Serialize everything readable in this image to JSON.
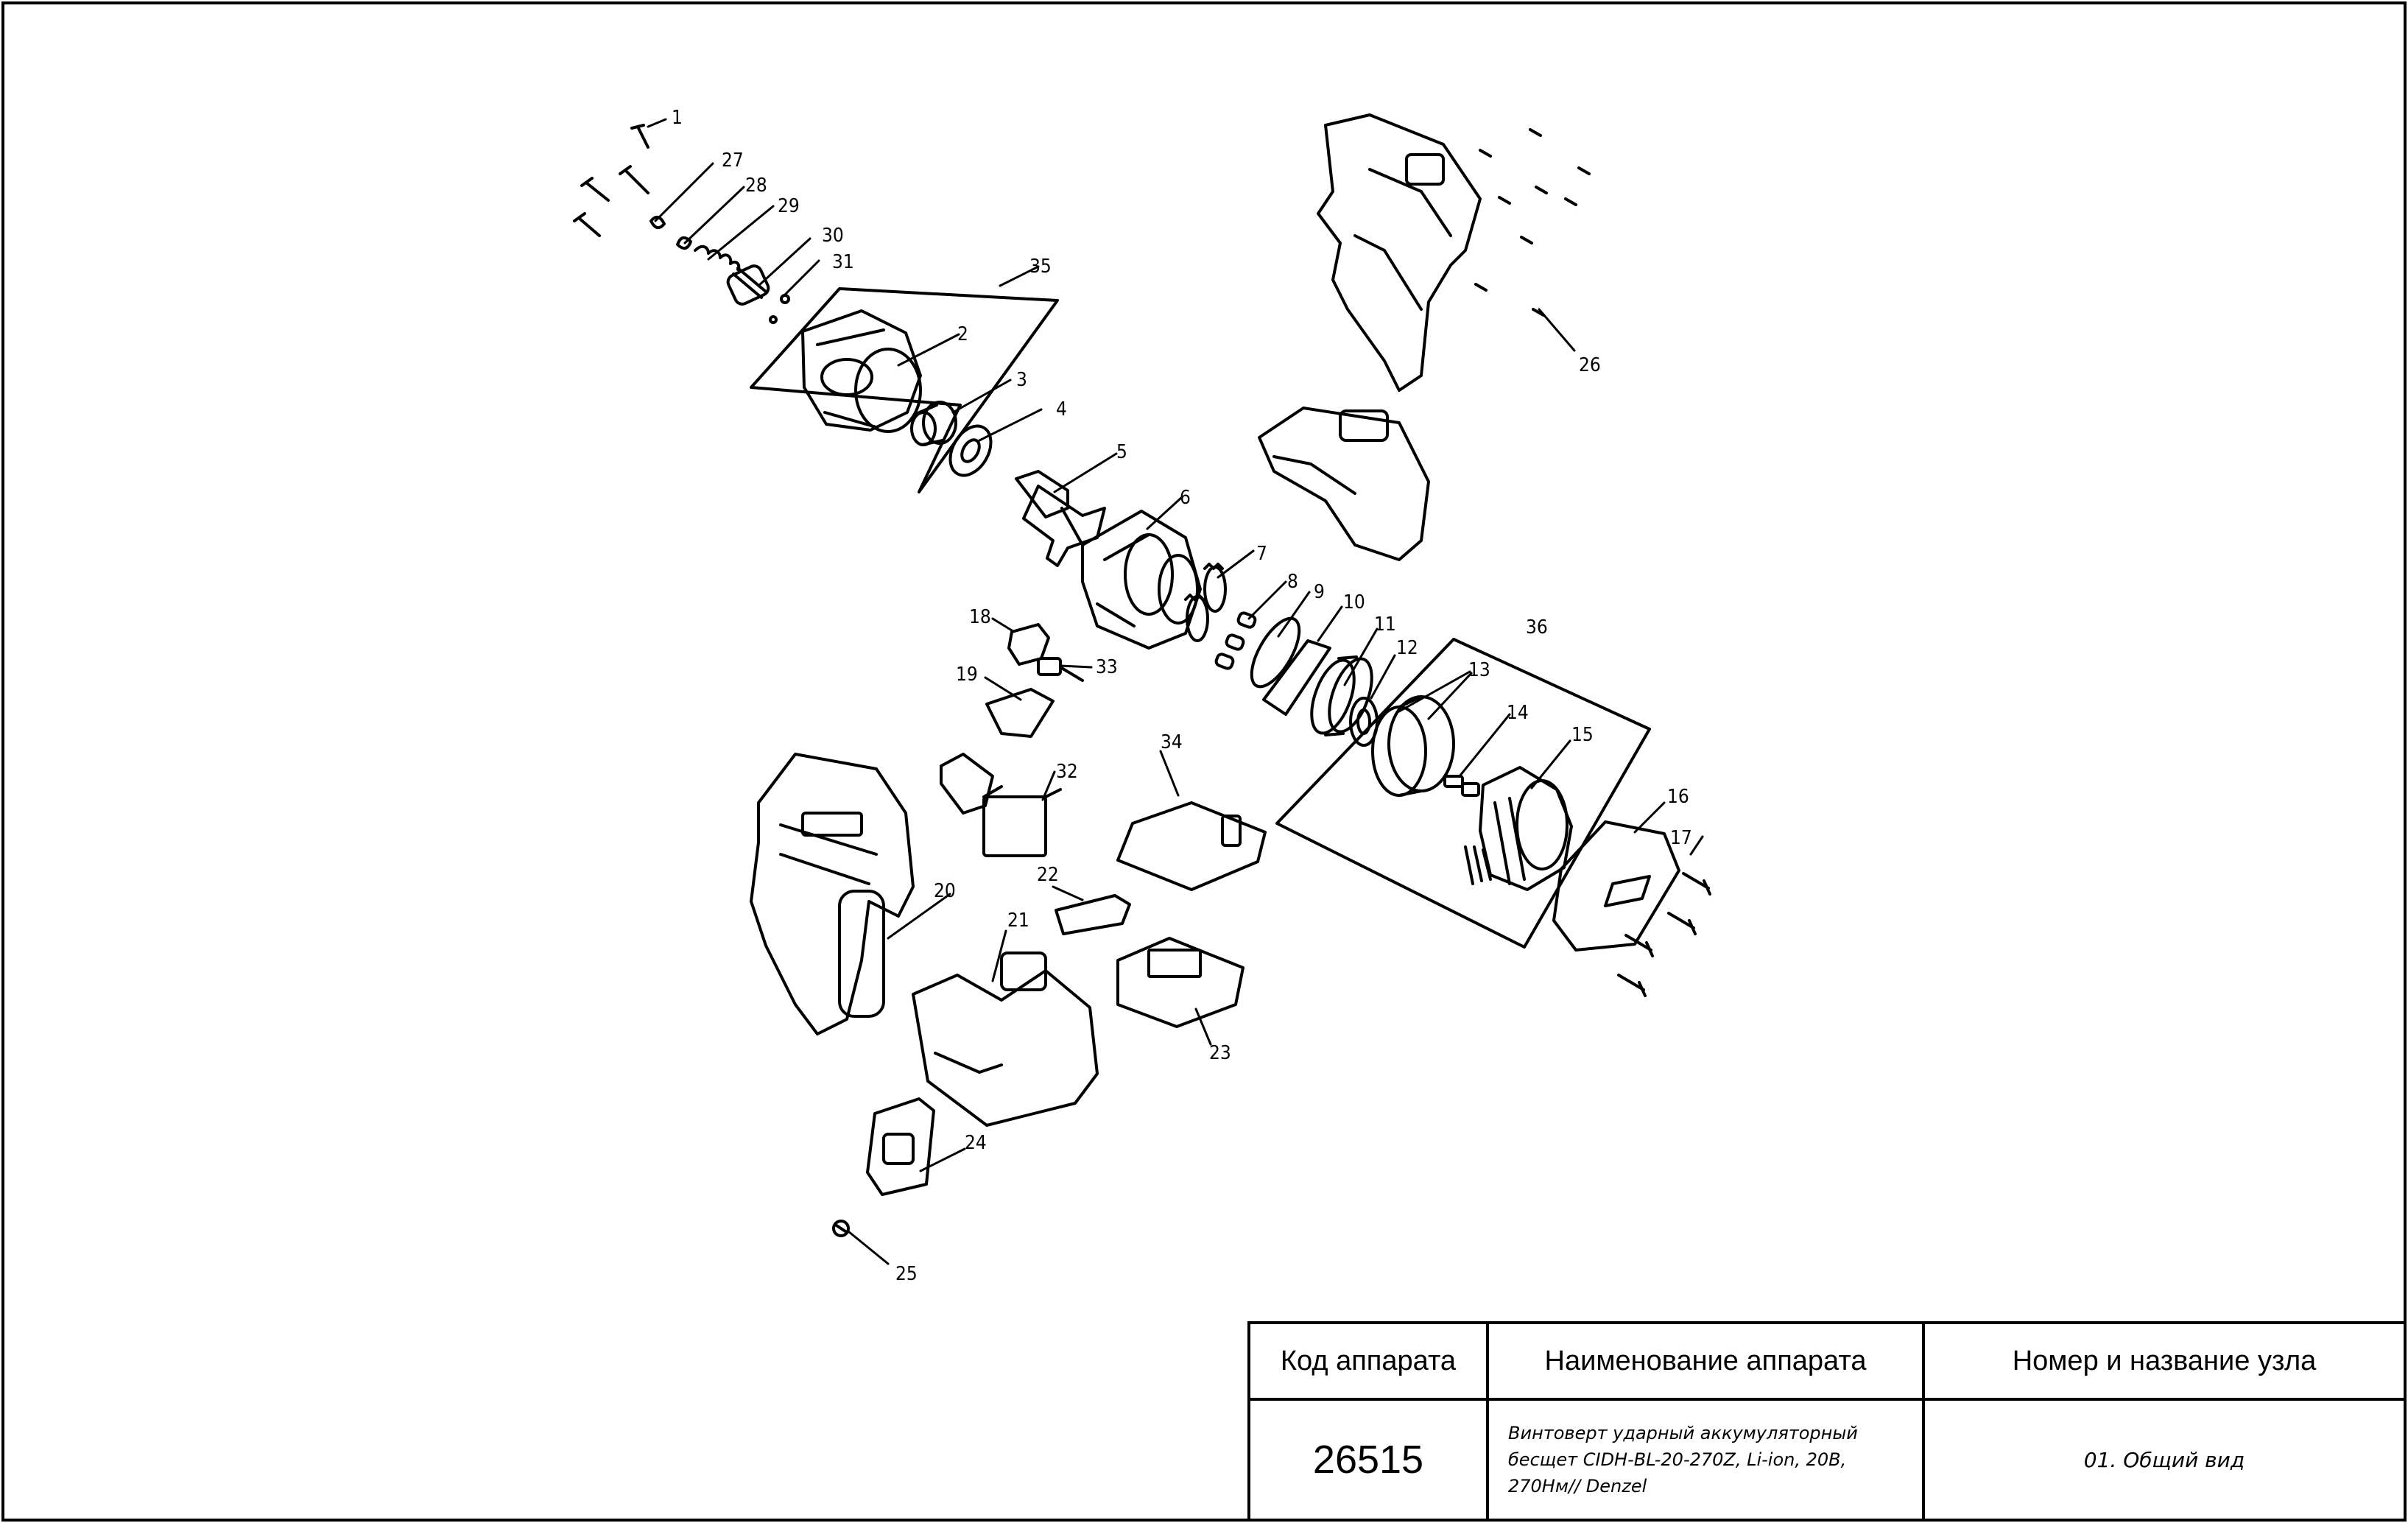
{
  "drawing": {
    "callouts": [
      "1",
      "2",
      "3",
      "4",
      "5",
      "6",
      "7",
      "8",
      "9",
      "10",
      "11",
      "12",
      "13",
      "14",
      "15",
      "16",
      "17",
      "18",
      "19",
      "20",
      "21",
      "22",
      "23",
      "24",
      "25",
      "26",
      "27",
      "28",
      "29",
      "30",
      "31",
      "32",
      "33",
      "34",
      "35",
      "36"
    ]
  },
  "title_block": {
    "col1_header": "Код аппарата",
    "col2_header": "Наименование аппарата",
    "col3_header": "Номер и название узла",
    "code": "26515",
    "name_line1": "Винтоверт ударный аккумуляторный",
    "name_line2": "бесщет CIDH-BL-20-270Z, Li-ion, 20В,",
    "name_line3": "270Нм// Denzel",
    "unit": "01. Общий вид"
  }
}
